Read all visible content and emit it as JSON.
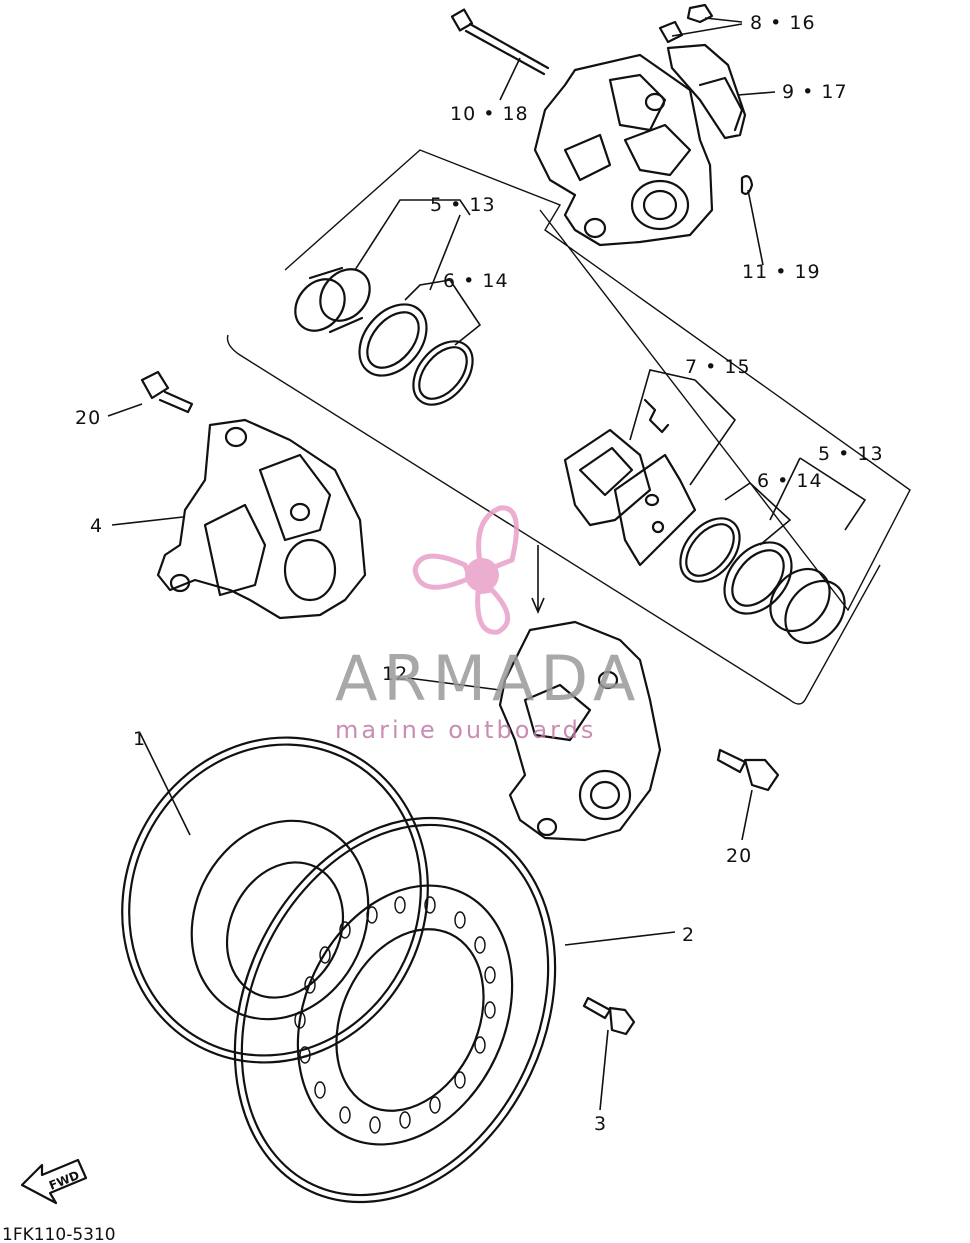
{
  "labels": {
    "l_8_16": "8 • 16",
    "l_9_17": "9 • 17",
    "l_10_18": "10 • 18",
    "l_11_19": "11 • 19",
    "l_5_13_top": "5 • 13",
    "l_6_14_top": "6 • 14",
    "l_7_15": "7 • 15",
    "l_5_13_right": "5 • 13",
    "l_6_14_right": "6 • 14",
    "l_20_left": "20",
    "l_20_right": "20",
    "l_4": "4",
    "l_12": "12",
    "l_1": "1",
    "l_2": "2",
    "l_3": "3"
  },
  "footer": {
    "code": "1FK110-5310",
    "fwd": "FWD"
  },
  "watermark": {
    "brand": "ARMADA",
    "tagline": "marine outboards",
    "accent": "#e8a0c8"
  }
}
